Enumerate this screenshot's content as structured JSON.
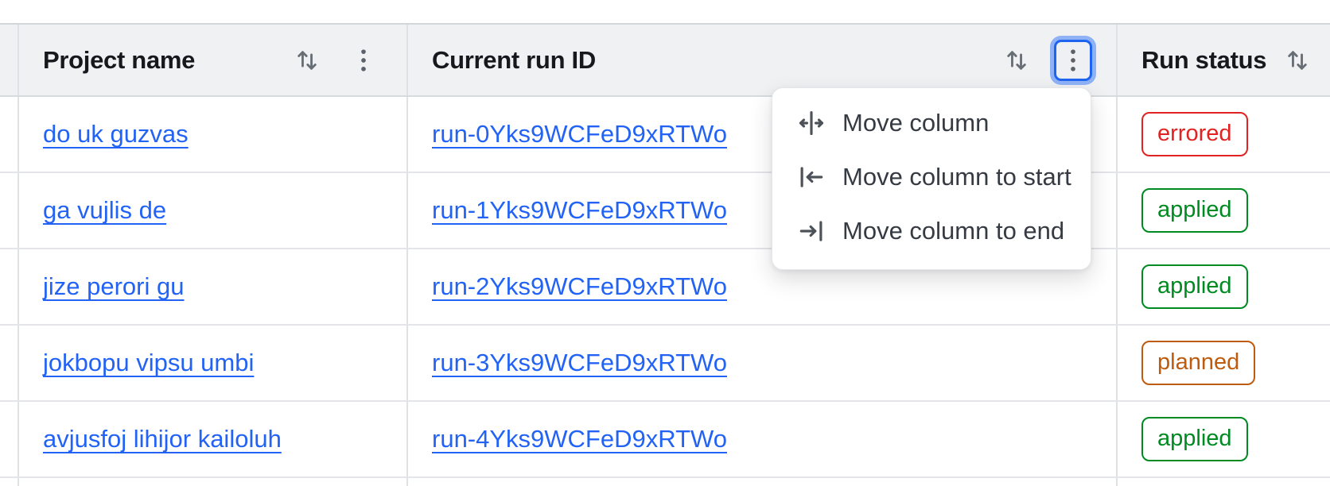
{
  "table": {
    "columns": [
      {
        "label": "Project name",
        "sort_icon": "sort-arrows-icon",
        "menu_icon": "kebab-icon"
      },
      {
        "label": "Current run ID",
        "sort_icon": "sort-arrows-icon",
        "menu_icon": "kebab-icon",
        "menu_button_focused": true
      },
      {
        "label": "Run status",
        "sort_icon": "sort-arrows-icon"
      }
    ],
    "rows": [
      {
        "project": "do uk guzvas",
        "run_id": "run-0Yks9WCFeD9xRTWo",
        "status": "errored"
      },
      {
        "project": "ga vujlis de",
        "run_id": "run-1Yks9WCFeD9xRTWo",
        "status": "applied"
      },
      {
        "project": "jize perori gu",
        "run_id": "run-2Yks9WCFeD9xRTWo",
        "status": "applied"
      },
      {
        "project": "jokbopu vipsu umbi",
        "run_id": "run-3Yks9WCFeD9xRTWo",
        "status": "planned"
      },
      {
        "project": "avjusfoj lihijor kailoluh",
        "run_id": "run-4Yks9WCFeD9xRTWo",
        "status": "applied"
      }
    ]
  },
  "column_menu": {
    "items": [
      {
        "label": "Move column",
        "icon": "move-column-icon"
      },
      {
        "label": "Move column to start",
        "icon": "move-column-to-start-icon"
      },
      {
        "label": "Move column to end",
        "icon": "move-column-to-end-icon"
      }
    ]
  },
  "colors": {
    "link_blue": "#2263f5",
    "status_errored": "#e02222",
    "status_applied": "#008a22",
    "status_planned": "#bd5b0e",
    "focus_ring_blue": "#1e64f0",
    "header_bg": "#f0f1f3"
  }
}
